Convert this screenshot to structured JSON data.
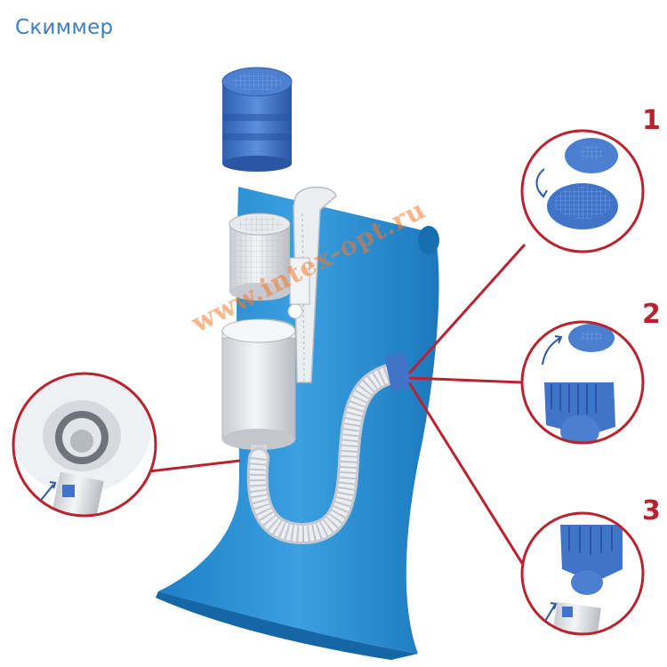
{
  "title": "Скиммер",
  "steps": [
    "1",
    "2",
    "3"
  ],
  "watermark": "www.intex-opt.ru",
  "colors": {
    "title": "#3a7fc1",
    "accent_red": "#b8232f",
    "pool_liner": "#2b8fd4",
    "part_blue": "#3f74c9",
    "part_grey": "#e4e6ea",
    "watermark": "#f57828"
  }
}
